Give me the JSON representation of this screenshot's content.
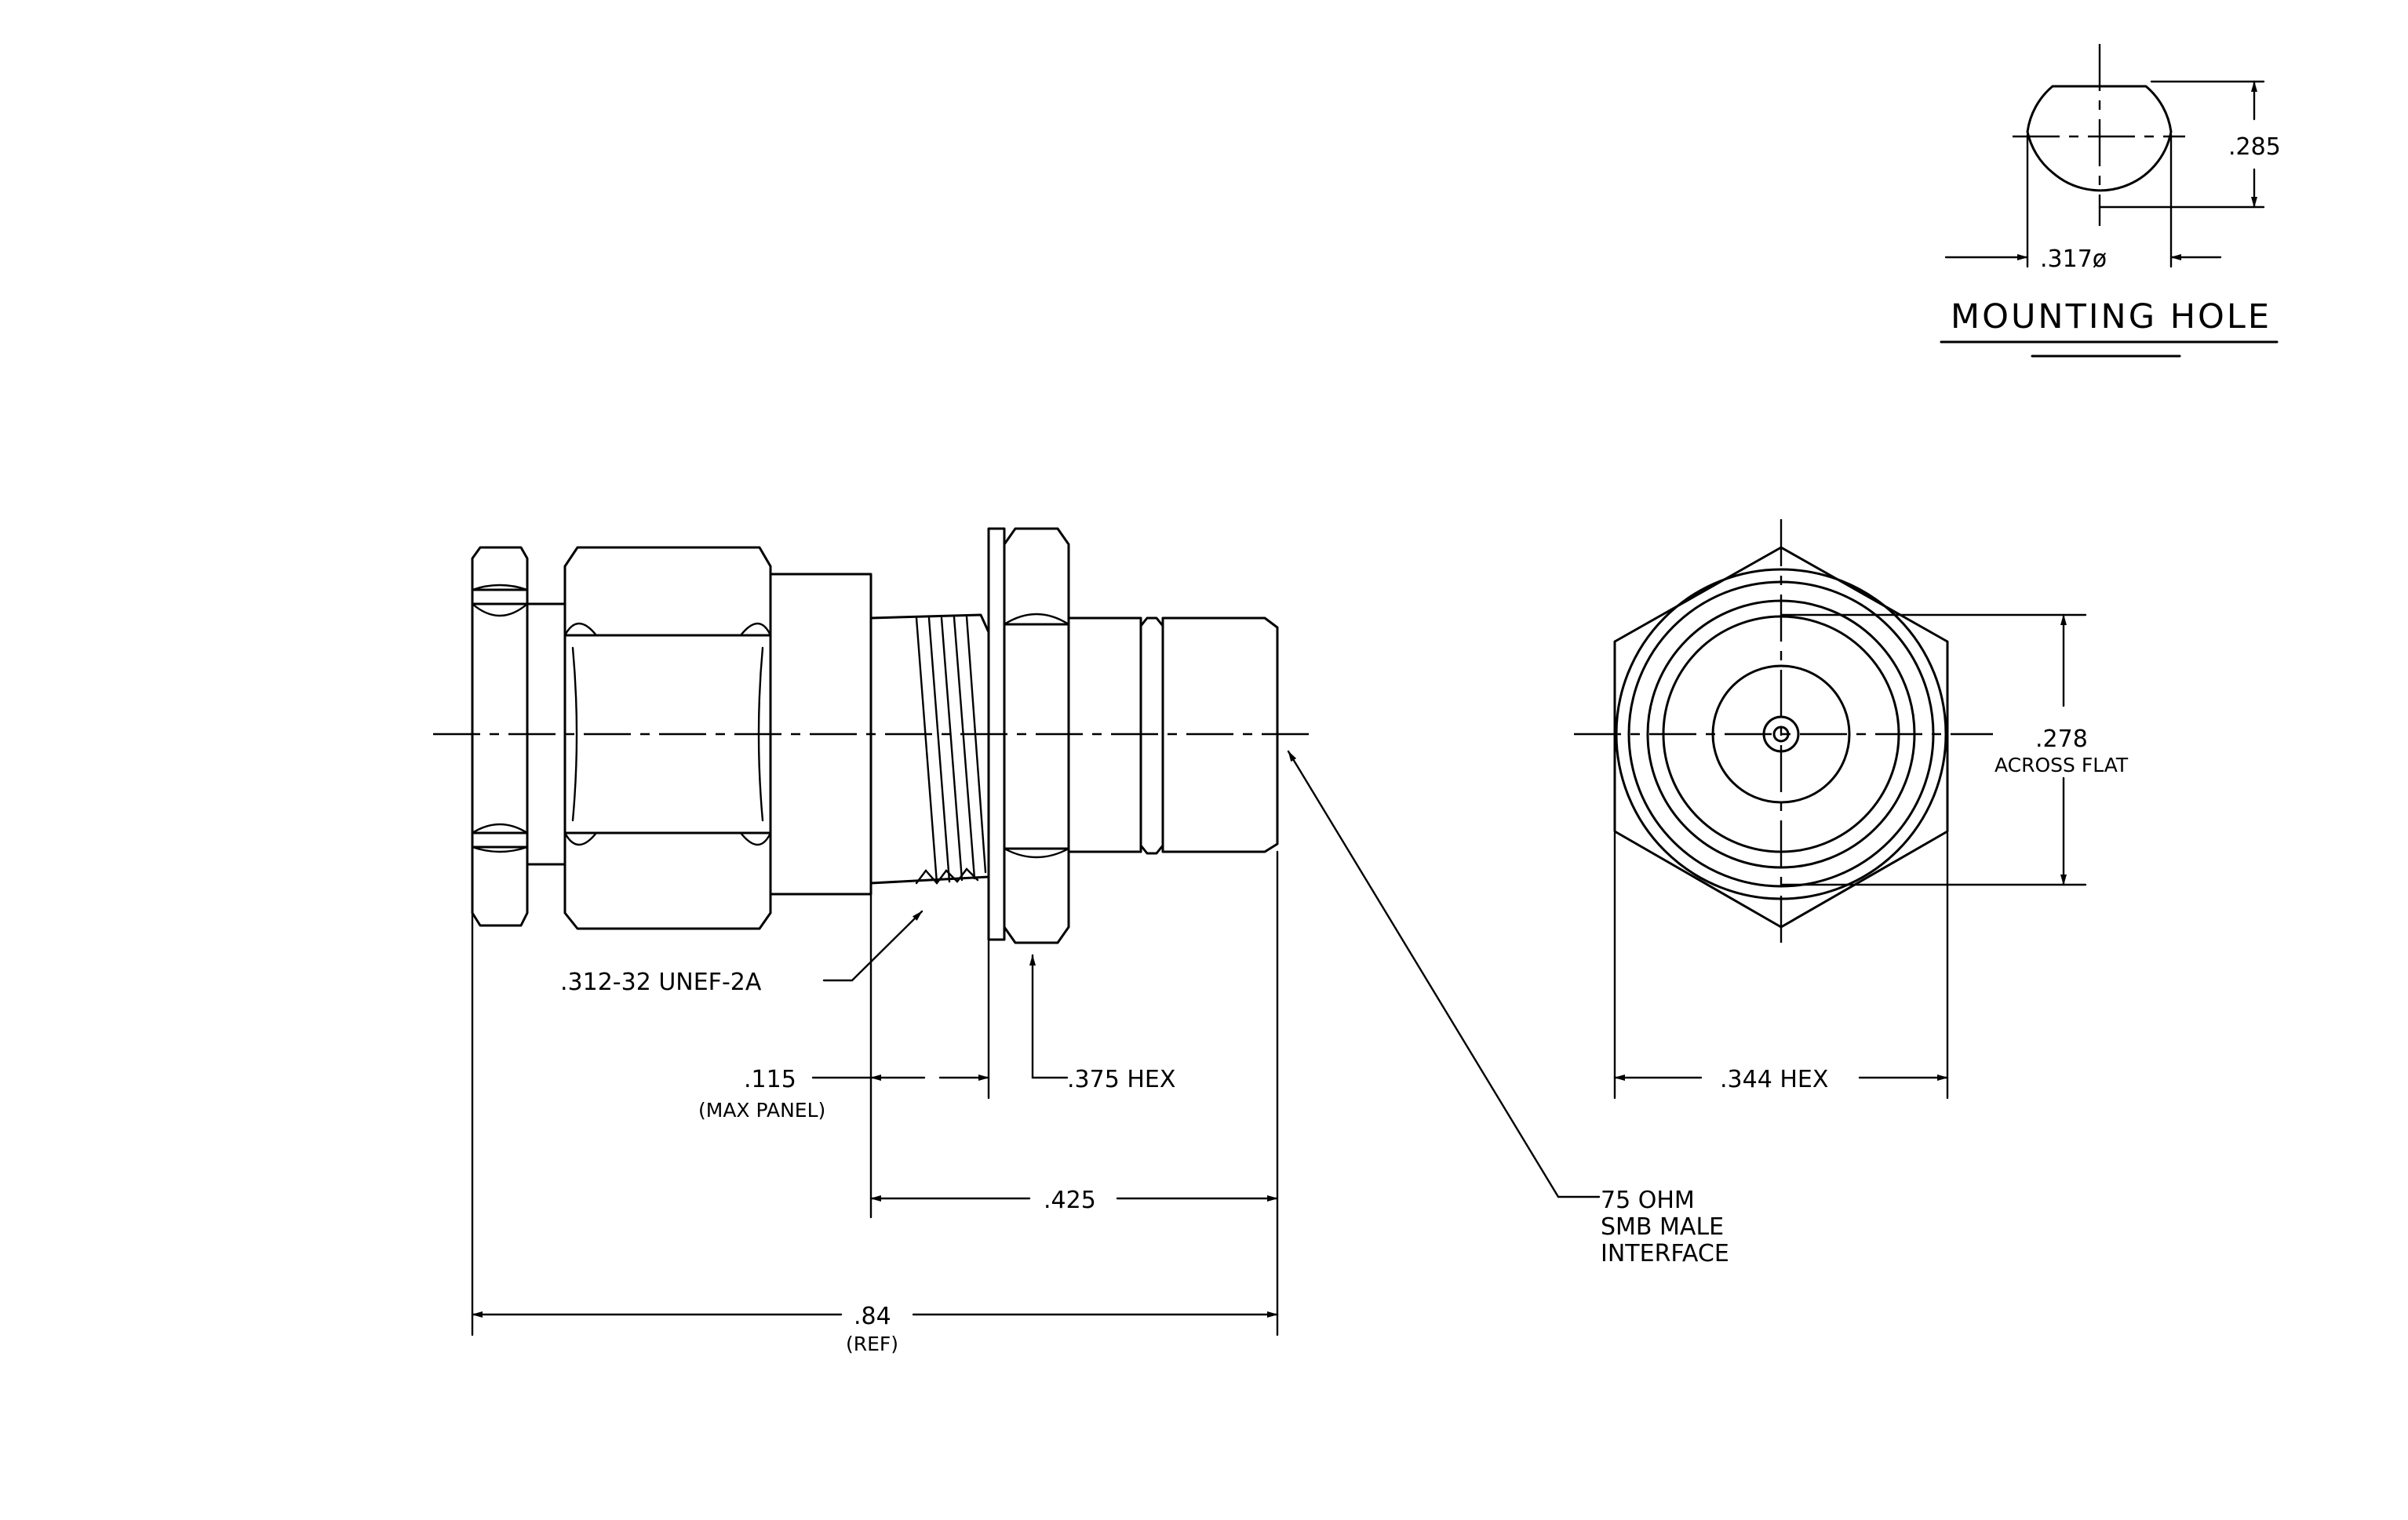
{
  "mounting_hole": {
    "title": "MOUNTING HOLE",
    "height_dim": ".285",
    "dia_dim": ".317ø"
  },
  "side_view": {
    "thread_callout": ".312-32 UNEF-2A",
    "panel_dim": ".115",
    "panel_note": "(MAX PANEL)",
    "hex_callout": ".375 HEX",
    "interface_len": ".425",
    "overall_len": ".84",
    "overall_note": "(REF)"
  },
  "end_view": {
    "flat_dim": ".278",
    "flat_note": "ACROSS FLAT",
    "hex_dim": ".344 HEX"
  },
  "interface_note": {
    "line1": "75 OHM",
    "line2": "SMB MALE",
    "line3": "INTERFACE"
  }
}
